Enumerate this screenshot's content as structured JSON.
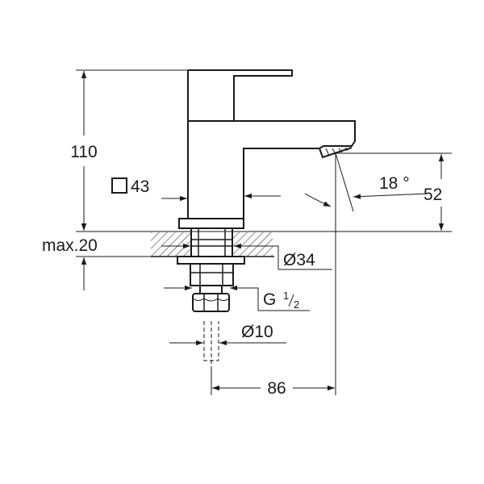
{
  "drawing": {
    "dimensions": {
      "height": "110",
      "square": "43",
      "angle": "18 °",
      "spout_height": "52",
      "max_thickness": "max.20",
      "diameter_base": "Ø34",
      "thread_g": "G",
      "thread_num": "1",
      "thread_den": "2",
      "diameter_pipe": "Ø10",
      "reach": "86"
    },
    "icons": {
      "square": "square-symbol-icon"
    },
    "colors": {
      "line": "#1a1a1a",
      "background": "#ffffff"
    }
  }
}
